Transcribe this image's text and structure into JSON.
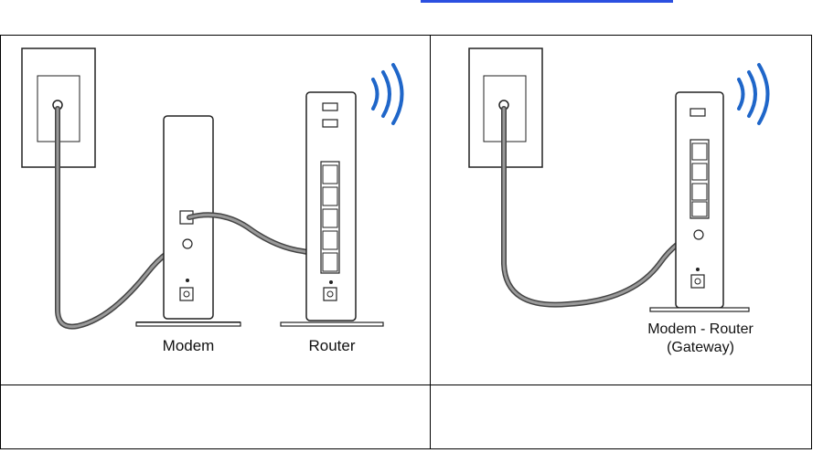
{
  "diagram": {
    "left": {
      "labels": {
        "modem": "Modem",
        "router": "Router"
      }
    },
    "right": {
      "label_line1": "Modem - Router",
      "label_line2": "(Gateway)"
    }
  },
  "table": {
    "bottom_left_text": "",
    "bottom_right_text": ""
  }
}
